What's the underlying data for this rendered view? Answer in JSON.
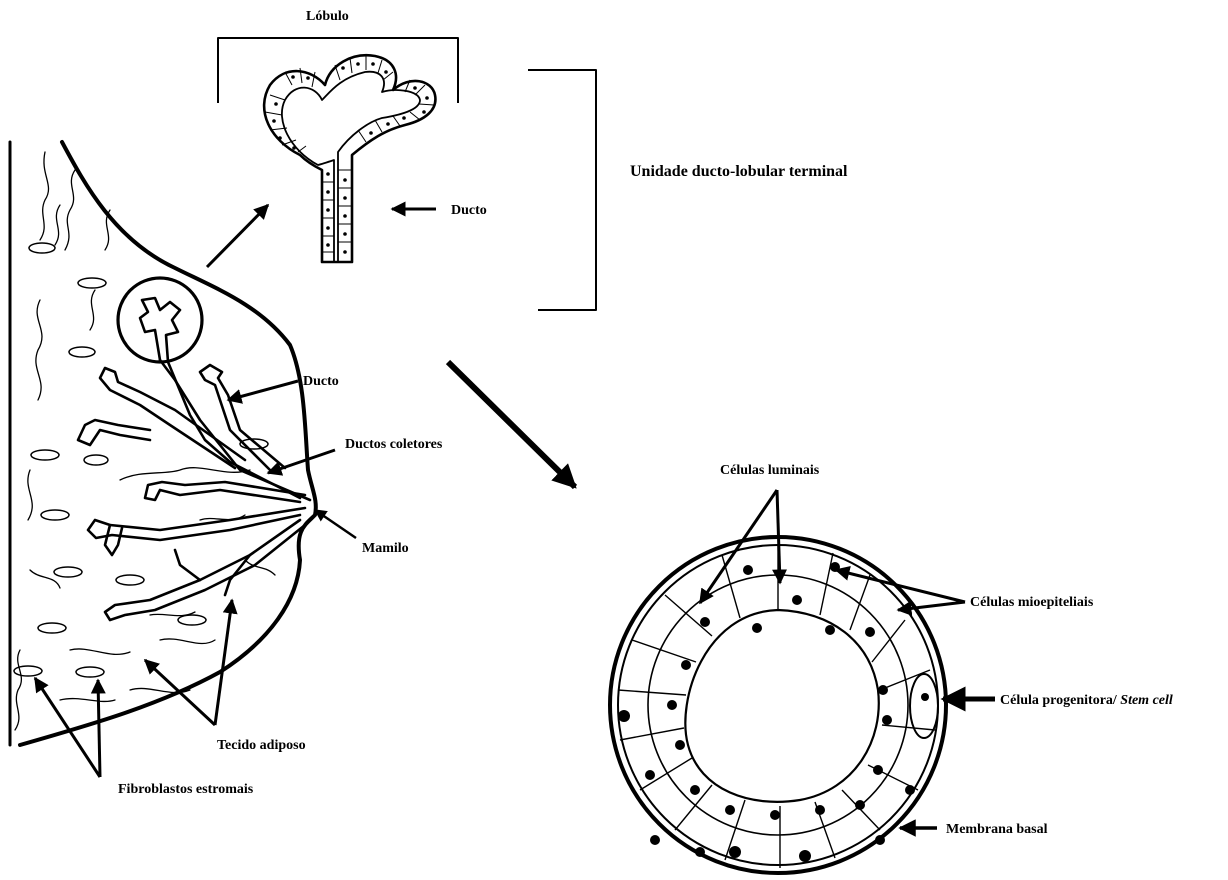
{
  "labels": {
    "lobulo": "Lóbulo",
    "ducto_top": "Ducto",
    "unidade": "Unidade ducto-lobular terminal",
    "ducto_breast": "Ducto",
    "ductos_coletores": "Ductos coletores",
    "mamilo": "Mamilo",
    "tecido_adiposo": "Tecido adiposo",
    "fibroblastos": "Fibroblastos estromais",
    "celulas_luminais": "Células  luminais",
    "celulas_mioepiteliais": "Células mioepiteliais",
    "celula_progenitora": "Célula progenitora/ ",
    "stem_cell": "Stem cell",
    "membrana_basal": "Membrana basal"
  },
  "colors": {
    "ink": "#000000",
    "background": "#ffffff"
  }
}
